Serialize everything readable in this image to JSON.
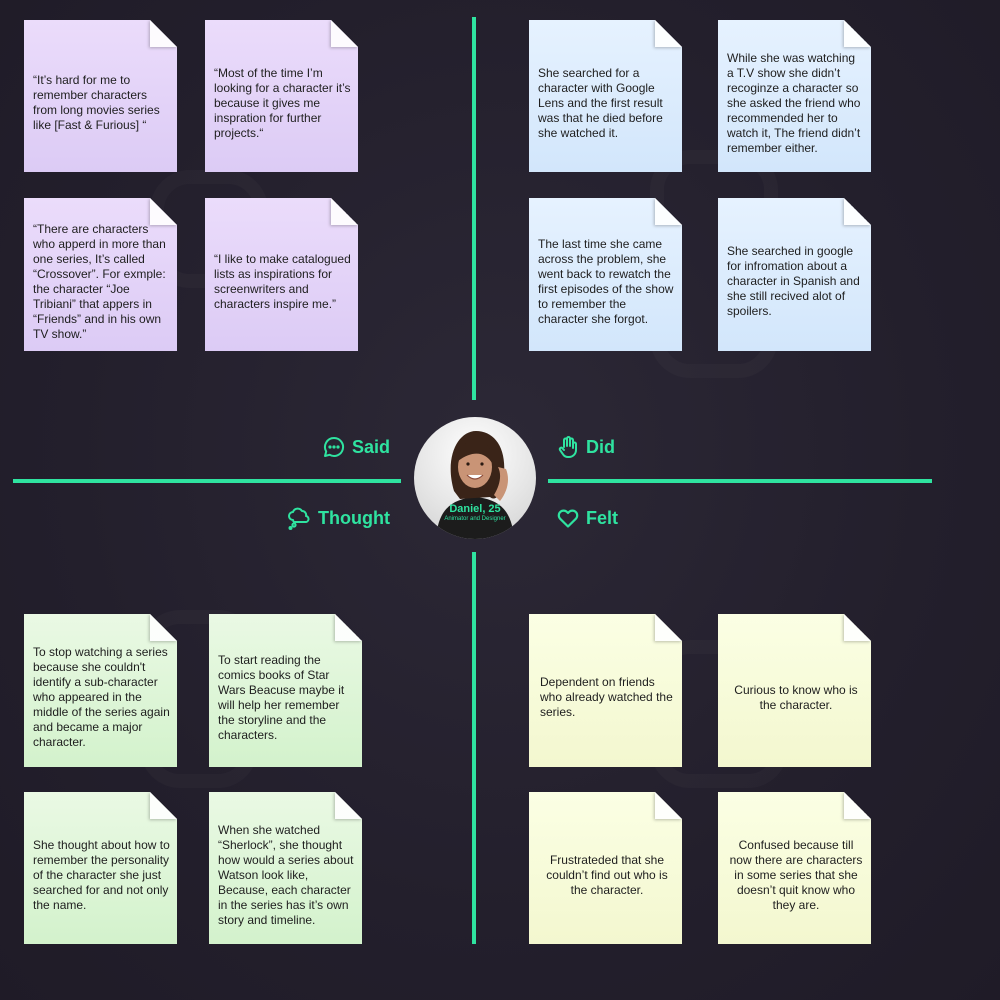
{
  "persona": {
    "name": "Daniel, 25",
    "role": "Animator and Designer"
  },
  "labels": {
    "said": "Said",
    "did": "Did",
    "thought": "Thought",
    "felt": "Felt"
  },
  "colors": {
    "accent": "#2fe3a0",
    "background": "#231f2c",
    "said_note": "#e3d3f8",
    "did_note": "#dcecfd",
    "thought_note": "#def6d8",
    "felt_note": "#f7fbd9"
  },
  "icons": {
    "said": "chat-bubble-icon",
    "did": "hand-icon",
    "thought": "thought-cloud-icon",
    "felt": "heart-icon"
  },
  "said_notes": [
    "“It’s hard for me to remember characters from long movies series like [Fast & Furious] “",
    "“Most of the time I’m looking for a character it’s because it gives me inspration for further projects.“",
    "“There are characters who apperd in more than one series, It’s called “Crossover”. For exmple: the character “Joe Tribiani” that appers in “Friends” and in his own TV show.”",
    "“I like to make catalogued lists as inspirations for screenwriters and characters inspire me.”"
  ],
  "did_notes": [
    "She searched for a character with Google Lens and the first result was that he died before she watched it.",
    "While she was watching a T.V show she didn’t recoginze a character so she asked the friend who recommended her to watch it, The friend didn’t remember either.",
    "The last time she came across the problem, she went back to rewatch the first episodes of the show to remember the character she forgot.",
    "She searched in google for infromation about a character in Spanish and she still recived alot of spoilers."
  ],
  "thought_notes": [
    "To stop watching a series because she couldn't identify a sub-character who appeared in the middle of the series again and became a major character.",
    "To start reading the comics books of Star Wars Beacuse maybe it will help her remember the storyline and the characters.",
    "She thought about how to remember the personality of the character she just searched for and not only the name.",
    "When she watched “Sherlock”, she thought how would a series about Watson look like, Because, each character in the series has it’s own story and timeline."
  ],
  "felt_notes": [
    "Dependent on friends who already watched the series.",
    "Curious to know who is the character.",
    "Frustrateded that she couldn’t find out who is the character.",
    "Confused because till now there are characters in some series that she doesn’t quit know who they are."
  ]
}
